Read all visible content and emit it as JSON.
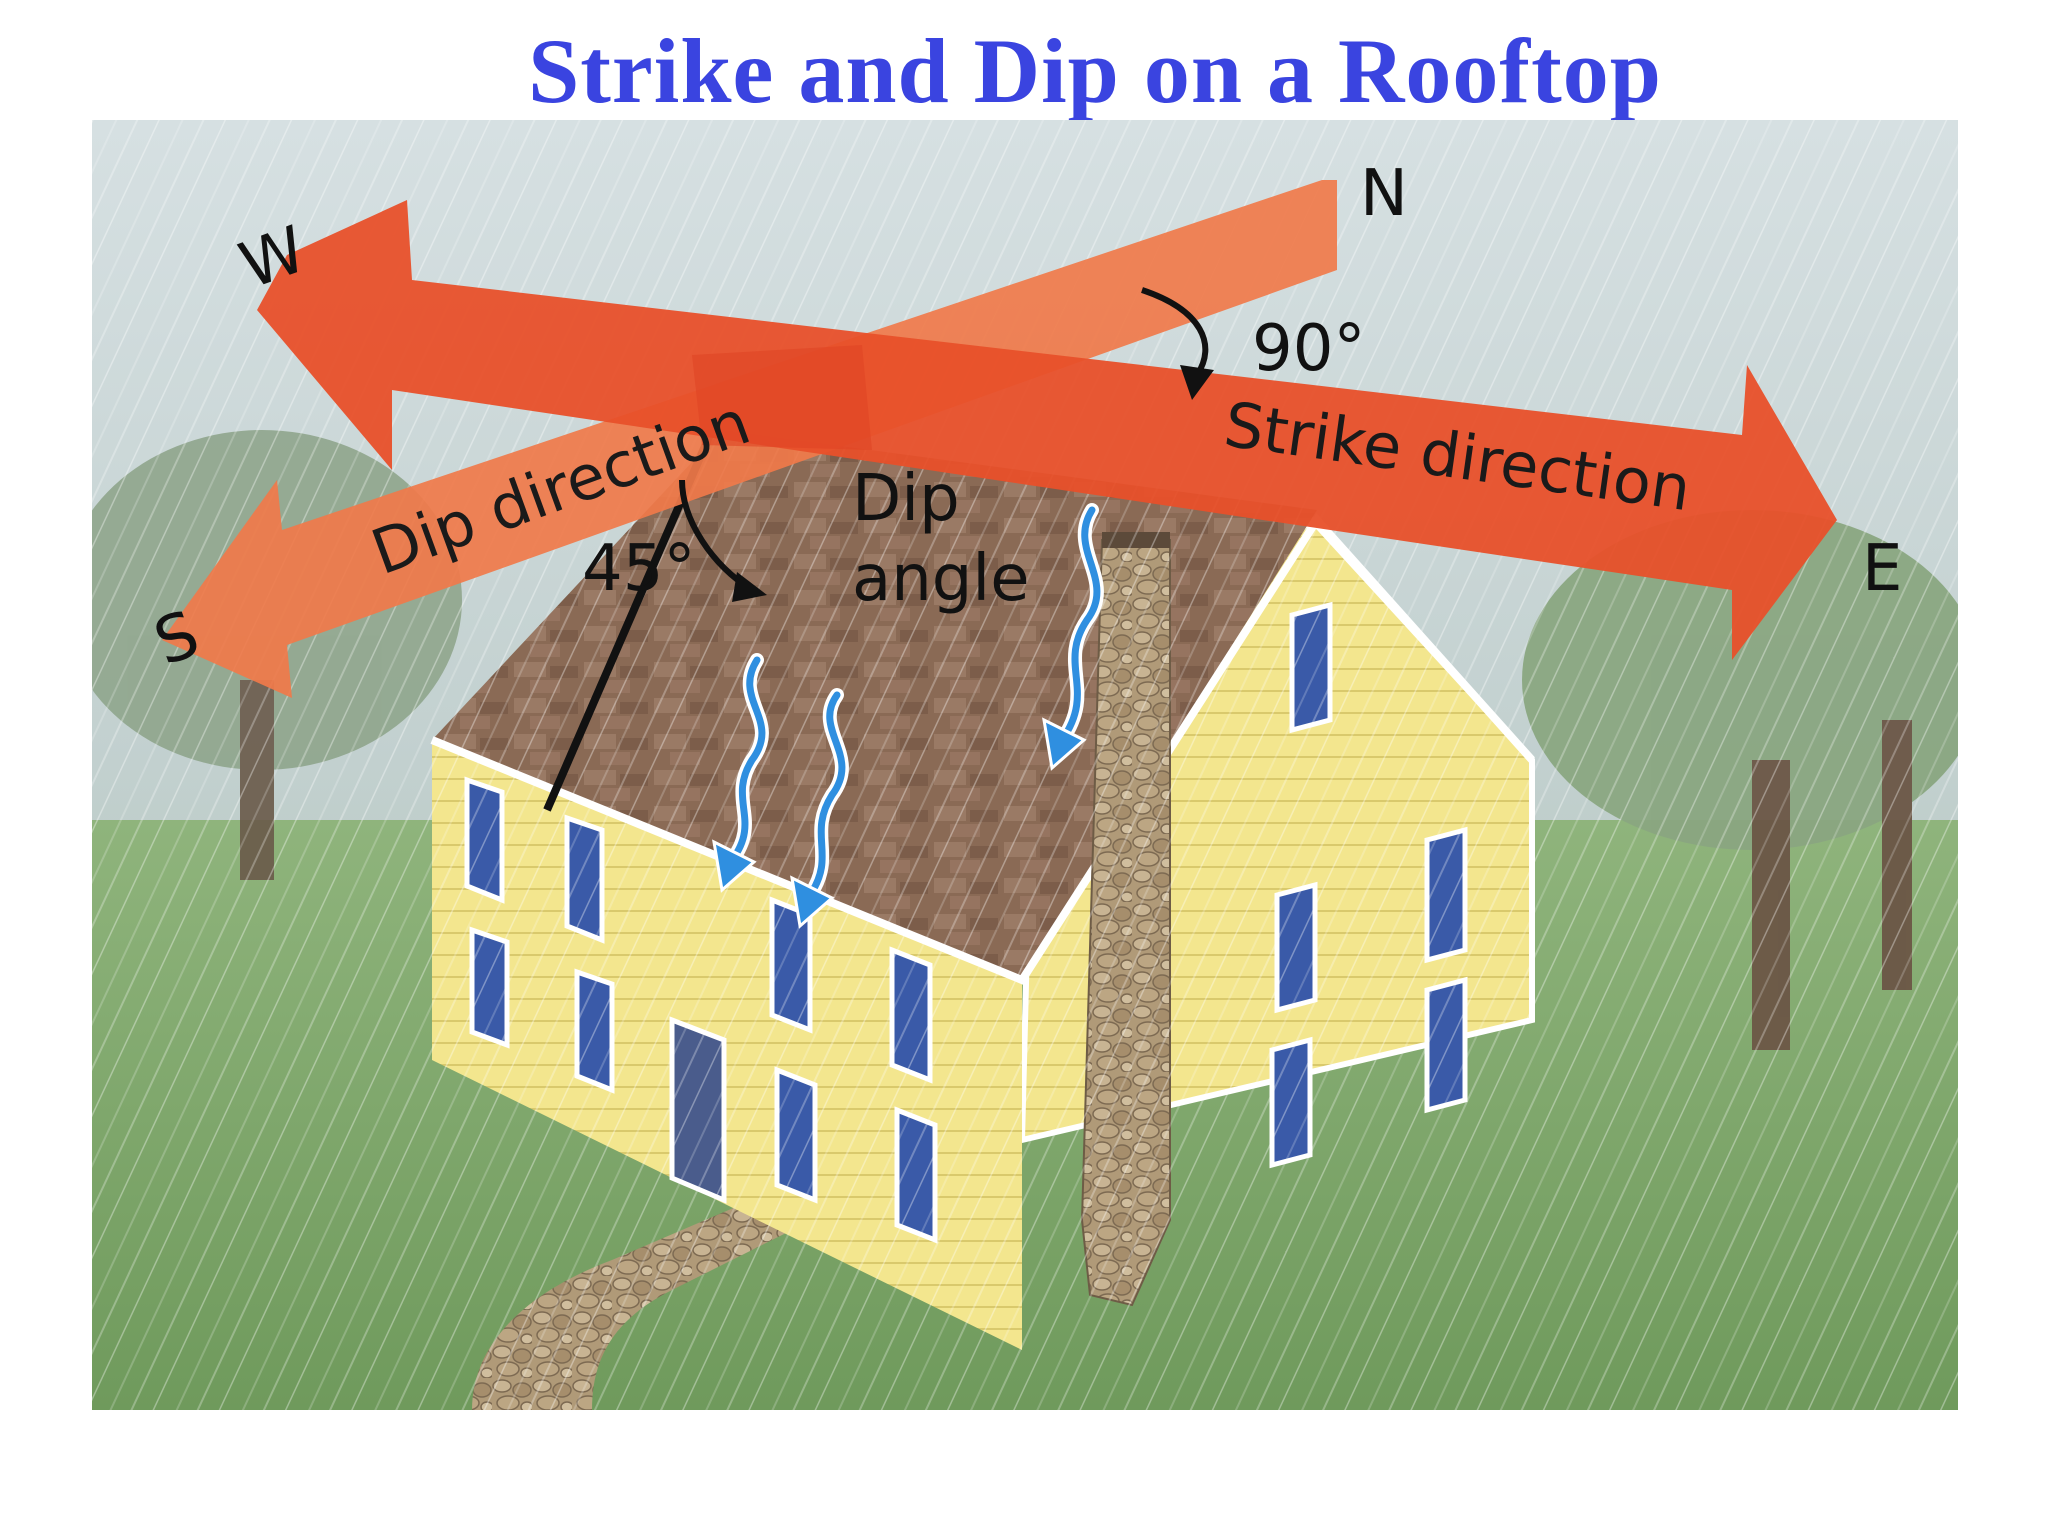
{
  "title": "Strike and Dip on a Rooftop",
  "labels": {
    "west": "W",
    "north": "N",
    "south": "S",
    "east": "E",
    "angle_90": "90°",
    "angle_45": "45°",
    "dip_direction": "Dip direction",
    "strike_direction": "Strike direction",
    "dip_word": "Dip",
    "angle_word": "angle"
  },
  "colors": {
    "title": "#3a44e0",
    "arrow": "#e8502a",
    "arrow_light": "#f07a4a",
    "sky": "#c9d6d8",
    "grass": "#7fa66a",
    "roof": "#8a6a55",
    "wall": "#f2e58c",
    "window": "#3a5aa8",
    "water": "#2f8fe0"
  }
}
